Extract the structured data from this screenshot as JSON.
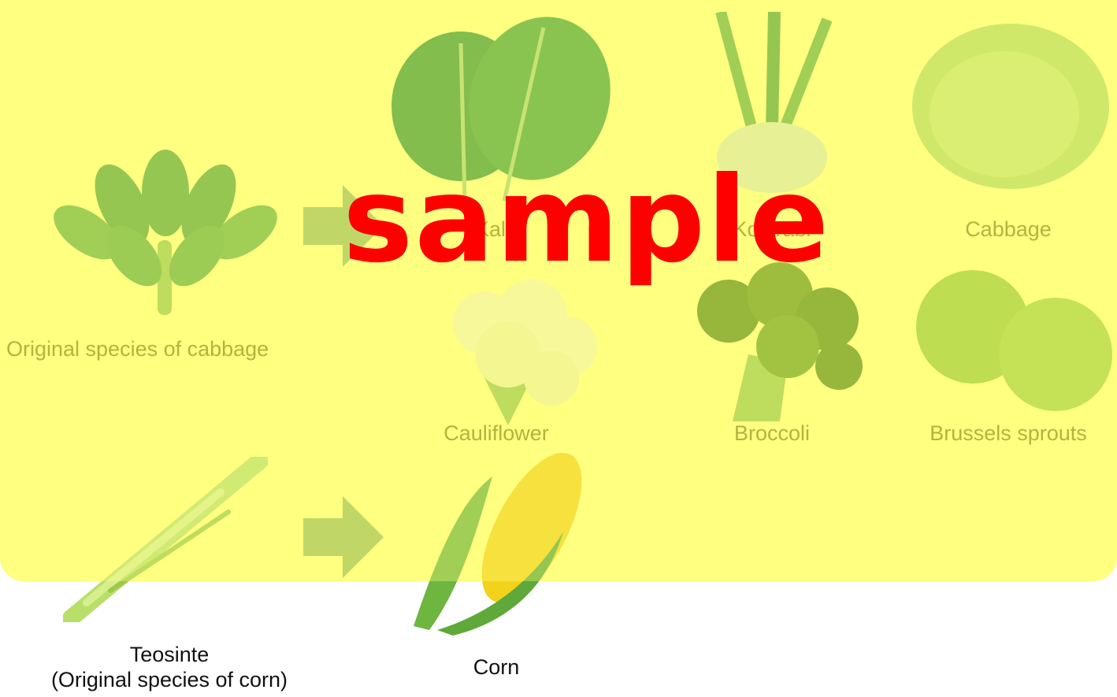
{
  "labels": {
    "original_cabbage": "Original species of cabbage",
    "kale": "Kale",
    "kohlrabi": "Kohlrabi",
    "cabbage": "Cabbage",
    "cauliflower": "Cauliflower",
    "broccoli": "Broccoli",
    "brussels_sprouts": "Brussels sprouts",
    "teosinte_line1": "Teosinte",
    "teosinte_line2": "(Original species of corn)",
    "corn": "Corn"
  },
  "watermark": "sample",
  "colors": {
    "background_band": "#ffff80",
    "arrow": "#9ec25a",
    "watermark": "#ff0000",
    "label_on_band": "#8a8a1e",
    "label_on_white": "#111111"
  },
  "icons": [
    "wild-cabbage-icon",
    "kale-icon",
    "kohlrabi-icon",
    "cabbage-icon",
    "cauliflower-icon",
    "broccoli-icon",
    "brussels-sprouts-icon",
    "teosinte-icon",
    "corn-icon",
    "arrow-right-icon"
  ]
}
